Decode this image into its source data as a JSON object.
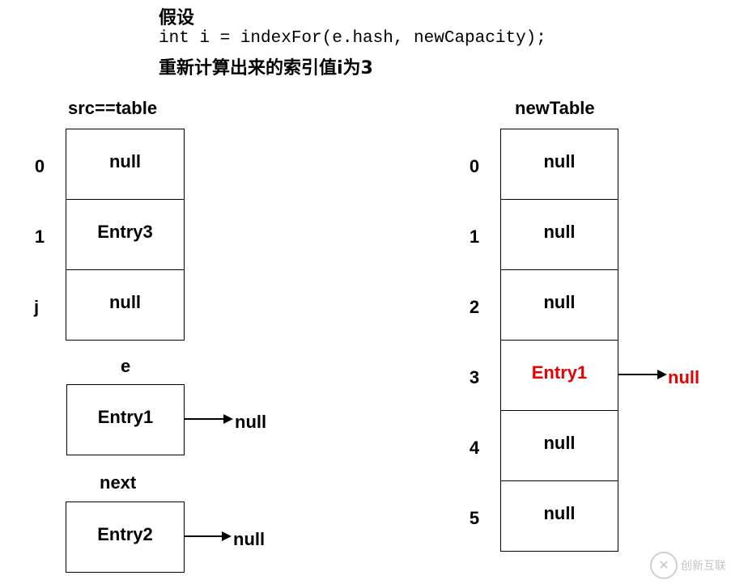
{
  "header": {
    "line1": "假设",
    "line2": "int i = indexFor(e.hash, newCapacity);",
    "line3": "重新计算出来的索引值i为3"
  },
  "src_table": {
    "title": "src==table",
    "rows": [
      {
        "index": "0",
        "value": "null"
      },
      {
        "index": "1",
        "value": "Entry3"
      },
      {
        "index": "j",
        "value": "null"
      }
    ]
  },
  "e_box": {
    "label": "e",
    "value": "Entry1",
    "next": "null"
  },
  "next_box": {
    "label": "next",
    "value": "Entry2",
    "next": "null"
  },
  "new_table": {
    "title": "newTable",
    "rows": [
      {
        "index": "0",
        "value": "null"
      },
      {
        "index": "1",
        "value": "null"
      },
      {
        "index": "2",
        "value": "null"
      },
      {
        "index": "3",
        "value": "Entry1"
      },
      {
        "index": "4",
        "value": "null"
      },
      {
        "index": "5",
        "value": "null"
      }
    ],
    "entry_next": "null",
    "highlight_color": "#e00000"
  },
  "watermark": {
    "text": "创新互联"
  }
}
